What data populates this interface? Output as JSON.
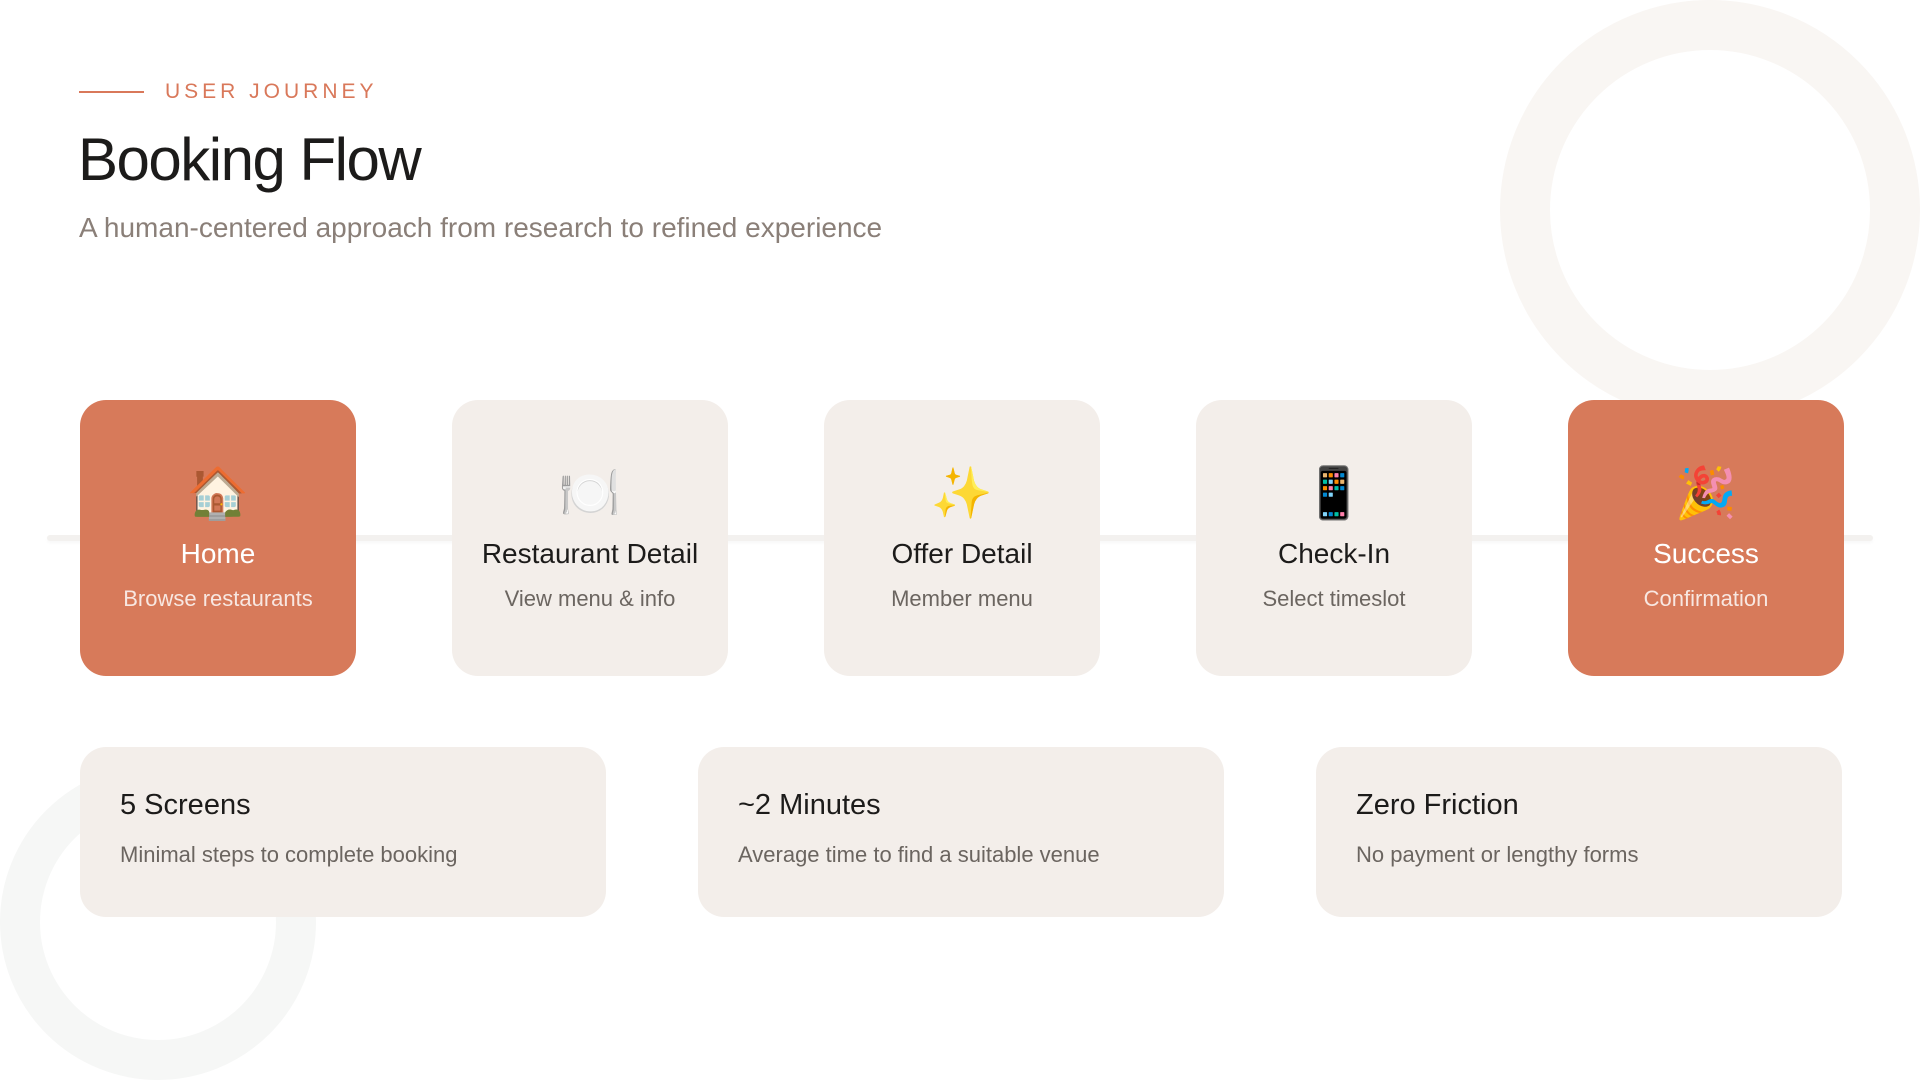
{
  "header": {
    "eyebrow": "USER JOURNEY",
    "title": "Booking Flow",
    "subtitle": "A human-centered approach from research to refined experience"
  },
  "colors": {
    "accent": "#d77a5a",
    "card_neutral": "#f3eeea",
    "text_primary": "#1c1b1a",
    "text_secondary": "#6b6560",
    "subtitle": "#8a7f78"
  },
  "steps": [
    {
      "icon": "🏠",
      "icon_name": "house-icon",
      "title": "Home",
      "desc": "Browse restaurants",
      "accent": true
    },
    {
      "icon": "🍽️",
      "icon_name": "plate-cutlery-icon",
      "title": "Restaurant Detail",
      "desc": "View menu & info",
      "accent": false
    },
    {
      "icon": "✨",
      "icon_name": "sparkles-icon",
      "title": "Offer Detail",
      "desc": "Member menu",
      "accent": false
    },
    {
      "icon": "📱",
      "icon_name": "mobile-phone-icon",
      "title": "Check-In",
      "desc": "Select timeslot",
      "accent": false
    },
    {
      "icon": "🎉",
      "icon_name": "party-popper-icon",
      "title": "Success",
      "desc": "Confirmation",
      "accent": true
    }
  ],
  "stats": [
    {
      "title": "5 Screens",
      "desc": "Minimal steps to complete booking"
    },
    {
      "title": "~2 Minutes",
      "desc": "Average time to find a suitable venue"
    },
    {
      "title": "Zero Friction",
      "desc": "No payment or lengthy forms"
    }
  ]
}
